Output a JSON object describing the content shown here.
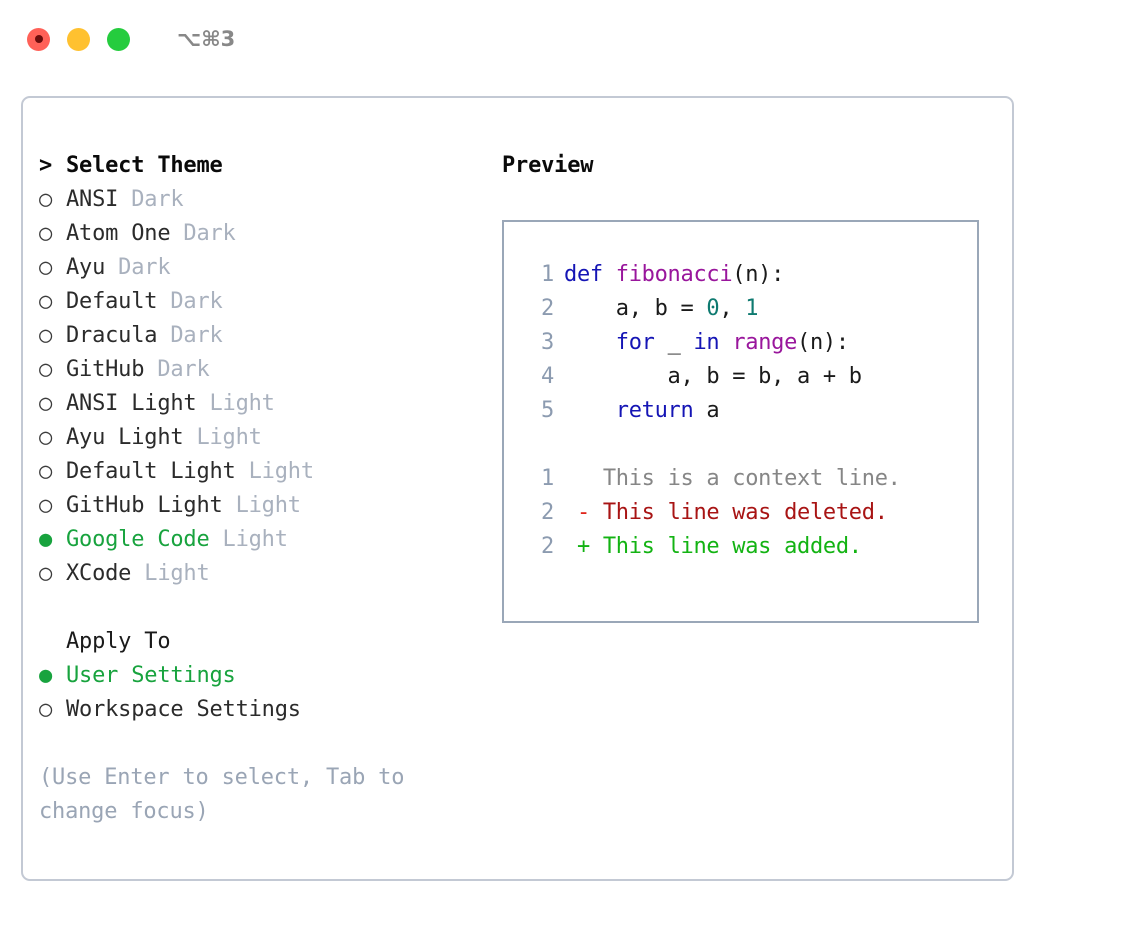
{
  "window": {
    "shortcut": "⌥⌘3",
    "lights": [
      {
        "name": "close",
        "color": "#ff6158"
      },
      {
        "name": "minimize",
        "color": "#ffc130"
      },
      {
        "name": "zoom",
        "color": "#25cc3e"
      }
    ]
  },
  "theme_picker": {
    "caret": ">",
    "title": "Select Theme",
    "marker_selected": "●",
    "marker_unselected": "○",
    "options": [
      {
        "label": "ANSI",
        "suffix": "Dark",
        "selected": false
      },
      {
        "label": "Atom One",
        "suffix": "Dark",
        "selected": false
      },
      {
        "label": "Ayu",
        "suffix": "Dark",
        "selected": false
      },
      {
        "label": "Default",
        "suffix": "Dark",
        "selected": false
      },
      {
        "label": "Dracula",
        "suffix": "Dark",
        "selected": false
      },
      {
        "label": "GitHub",
        "suffix": "Dark",
        "selected": false
      },
      {
        "label": "ANSI Light",
        "suffix": "Light",
        "selected": false
      },
      {
        "label": "Ayu Light",
        "suffix": "Light",
        "selected": false
      },
      {
        "label": "Default Light",
        "suffix": "Light",
        "selected": false
      },
      {
        "label": "GitHub Light",
        "suffix": "Light",
        "selected": false
      },
      {
        "label": "Google Code",
        "suffix": "Light",
        "selected": true
      },
      {
        "label": "XCode",
        "suffix": "Light",
        "selected": false
      }
    ]
  },
  "apply_to": {
    "title": "Apply To",
    "options": [
      {
        "label": "User Settings",
        "selected": true
      },
      {
        "label": "Workspace Settings",
        "selected": false
      }
    ]
  },
  "hint": "(Use Enter to select, Tab to\nchange focus)",
  "preview": {
    "title": "Preview",
    "code_lines": [
      {
        "no": "1",
        "tokens": [
          {
            "t": "def ",
            "c": "kw"
          },
          {
            "t": "fibonacci",
            "c": "fn"
          },
          {
            "t": "(n):",
            "c": "txt"
          }
        ]
      },
      {
        "no": "2",
        "tokens": [
          {
            "t": "    a, b = ",
            "c": "txt"
          },
          {
            "t": "0",
            "c": "num"
          },
          {
            "t": ", ",
            "c": "txt"
          },
          {
            "t": "1",
            "c": "num"
          }
        ]
      },
      {
        "no": "3",
        "tokens": [
          {
            "t": "    ",
            "c": "txt"
          },
          {
            "t": "for",
            "c": "kw"
          },
          {
            "t": " _ ",
            "c": "txt"
          },
          {
            "t": "in",
            "c": "kw"
          },
          {
            "t": " ",
            "c": "txt"
          },
          {
            "t": "range",
            "c": "fn"
          },
          {
            "t": "(n):",
            "c": "txt"
          }
        ]
      },
      {
        "no": "4",
        "tokens": [
          {
            "t": "        a, b = b, a + b",
            "c": "txt"
          }
        ]
      },
      {
        "no": "5",
        "tokens": [
          {
            "t": "    ",
            "c": "txt"
          },
          {
            "t": "return",
            "c": "kw"
          },
          {
            "t": " a",
            "c": "txt"
          }
        ]
      }
    ],
    "diff_lines": [
      {
        "no": "1",
        "marker": " ",
        "text": "This is a context line.",
        "kind": "context"
      },
      {
        "no": "2",
        "marker": "-",
        "text": "This line was deleted.",
        "kind": "deleted"
      },
      {
        "no": "2",
        "marker": "+",
        "text": "This line was added.",
        "kind": "added"
      }
    ]
  },
  "colors": {
    "accent_green": "#18a33e",
    "muted": "#a9b1be",
    "hint": "#9aa5b5",
    "panel_border": "#c3c9d4",
    "preview_border": "#9aa7b8",
    "keyword": "#1515b5",
    "function": "#99169c",
    "number": "#0e7a70",
    "diff_added": "#13b313",
    "diff_deleted": "#a81414"
  }
}
